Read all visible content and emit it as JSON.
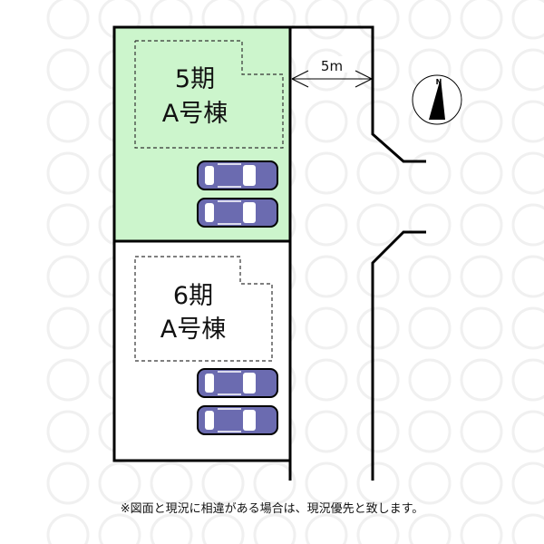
{
  "lots": [
    {
      "phase": "5期",
      "building": "A号棟",
      "fill": "#ccf5cc"
    },
    {
      "phase": "6期",
      "building": "A号棟",
      "fill": "#ffffff"
    }
  ],
  "road_width": "5m",
  "compass": {
    "label": "N"
  },
  "footer_note": "※図面と現況に相違がある場合は、現況優先と致します。",
  "colors": {
    "car": "#6b6bb0",
    "line": "#000000"
  }
}
